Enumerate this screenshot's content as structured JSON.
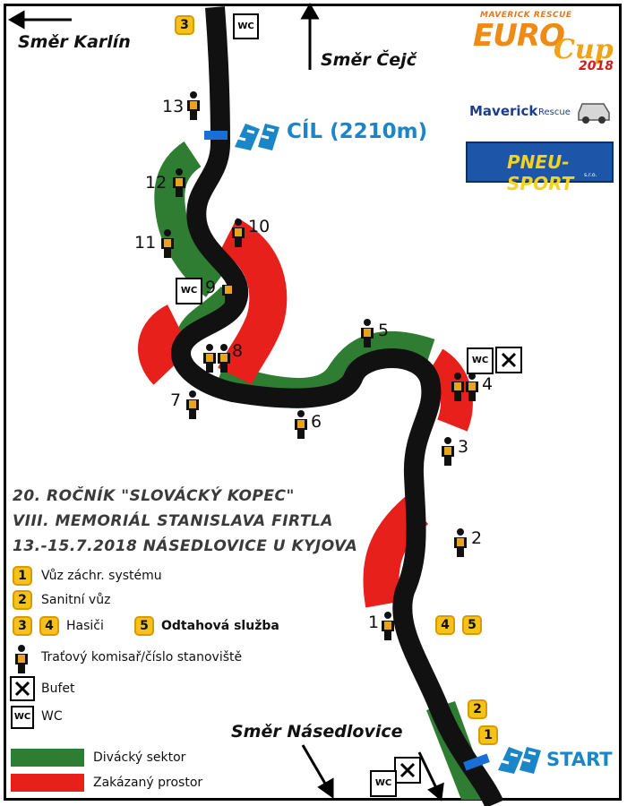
{
  "directions": {
    "karlin": "Směr Karlín",
    "cejc": "Směr Čejč",
    "nasedlovice": "Směr Násedlovice"
  },
  "finish_label": "CÍL (2210m)",
  "start_label": "START",
  "event": {
    "line1": "20. ROČNÍK \"SLOVÁCKÝ KOPEC\"",
    "line2": "VIII. MEMORIÁL STANISLAVA FIRTLA",
    "line3": "13.-15.7.2018 NÁSEDLOVICE U KYJOVA"
  },
  "logos": {
    "euro_top": "MAVERICK RESCUE",
    "euro_main": "EURO",
    "euro_cup": "Cup",
    "euro_year": "2018",
    "maverick": "Maverick",
    "maverick_rescue": "Rescue",
    "pneu": "PNEU-SPORT",
    "pneu_sub": "s.r.o."
  },
  "map_badges": {
    "top": "3",
    "mid_4": "4",
    "mid_5": "5",
    "start_2": "2",
    "start_1": "1"
  },
  "posts": [
    "1",
    "2",
    "3",
    "4",
    "5",
    "6",
    "7",
    "8",
    "9",
    "10",
    "11",
    "12",
    "13"
  ],
  "wc_label": "WC",
  "legend": {
    "item1_num": "1",
    "item1": "Vůz záchr. systému",
    "item2_num": "2",
    "item2": "Sanitní vůz",
    "item3_num_a": "3",
    "item3_num_b": "4",
    "item3": "Hasiči",
    "item5_num": "5",
    "item5": "Odtahová služba",
    "marshal": "Traťový komisař/číslo stanoviště",
    "bufet": "Bufet",
    "wc": "WC",
    "spectator": "Divácký sektor",
    "forbidden": "Zakázaný prostor"
  },
  "colors": {
    "road": "#111111",
    "spectator": "#2e7d32",
    "forbidden": "#e8201c",
    "badge": "#f5c21b",
    "accent_blue": "#1a86c8"
  }
}
